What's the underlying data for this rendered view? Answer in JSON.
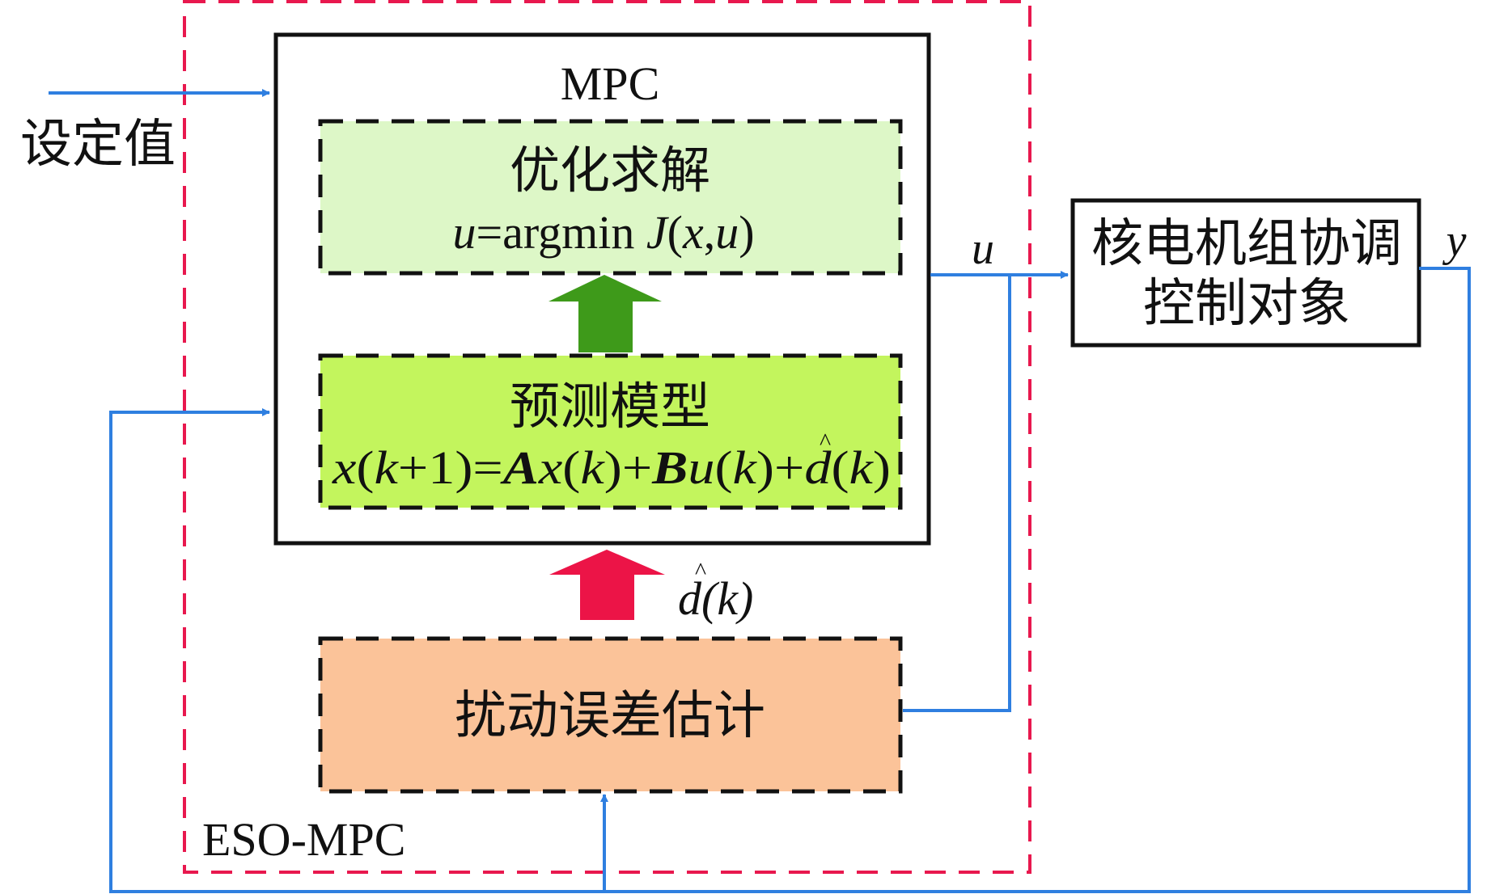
{
  "diagram": {
    "title": "ESO-MPC control structure",
    "colors": {
      "signal_line": "#2F7FE0",
      "eso_mpc_border": "#E8184E",
      "box_border": "#111111",
      "optimization_fill": "#DDF7C7",
      "prediction_fill": "#C3F55D",
      "estimator_fill": "#FBC399",
      "green_arrow": "#3E9A1A",
      "red_arrow": "#EC1447"
    },
    "labels": {
      "setpoint": "设定值",
      "mpc": "MPC",
      "eso_mpc": "ESO-MPC",
      "u_signal": "u",
      "y_signal": "y",
      "d_hat_signal": "d(k)",
      "d_hat_hat": "^"
    },
    "blocks": {
      "optimization": {
        "title": "优化求解",
        "formula": {
          "u": "u",
          "eq": "=argmin ",
          "J": "J",
          "open": "(",
          "x": "x",
          "comma": ",",
          "u2": "u",
          "close": ")"
        }
      },
      "prediction": {
        "title": "预测模型",
        "formula": {
          "p1": "x",
          "p2": "(",
          "p3": "k",
          "p4": "+1)=",
          "A": "A",
          "p5": "x",
          "p6": "(",
          "p7": "k",
          "p8": ")+",
          "B": "B",
          "p9": "u",
          "p10": "(",
          "p11": "k",
          "p12": ")+",
          "d": "d",
          "hat": "^",
          "p13": "(",
          "p14": "k",
          "p15": ")"
        }
      },
      "estimator": {
        "title": "扰动误差估计"
      },
      "plant": {
        "line1": "核电机组协调",
        "line2": "控制对象"
      }
    }
  }
}
